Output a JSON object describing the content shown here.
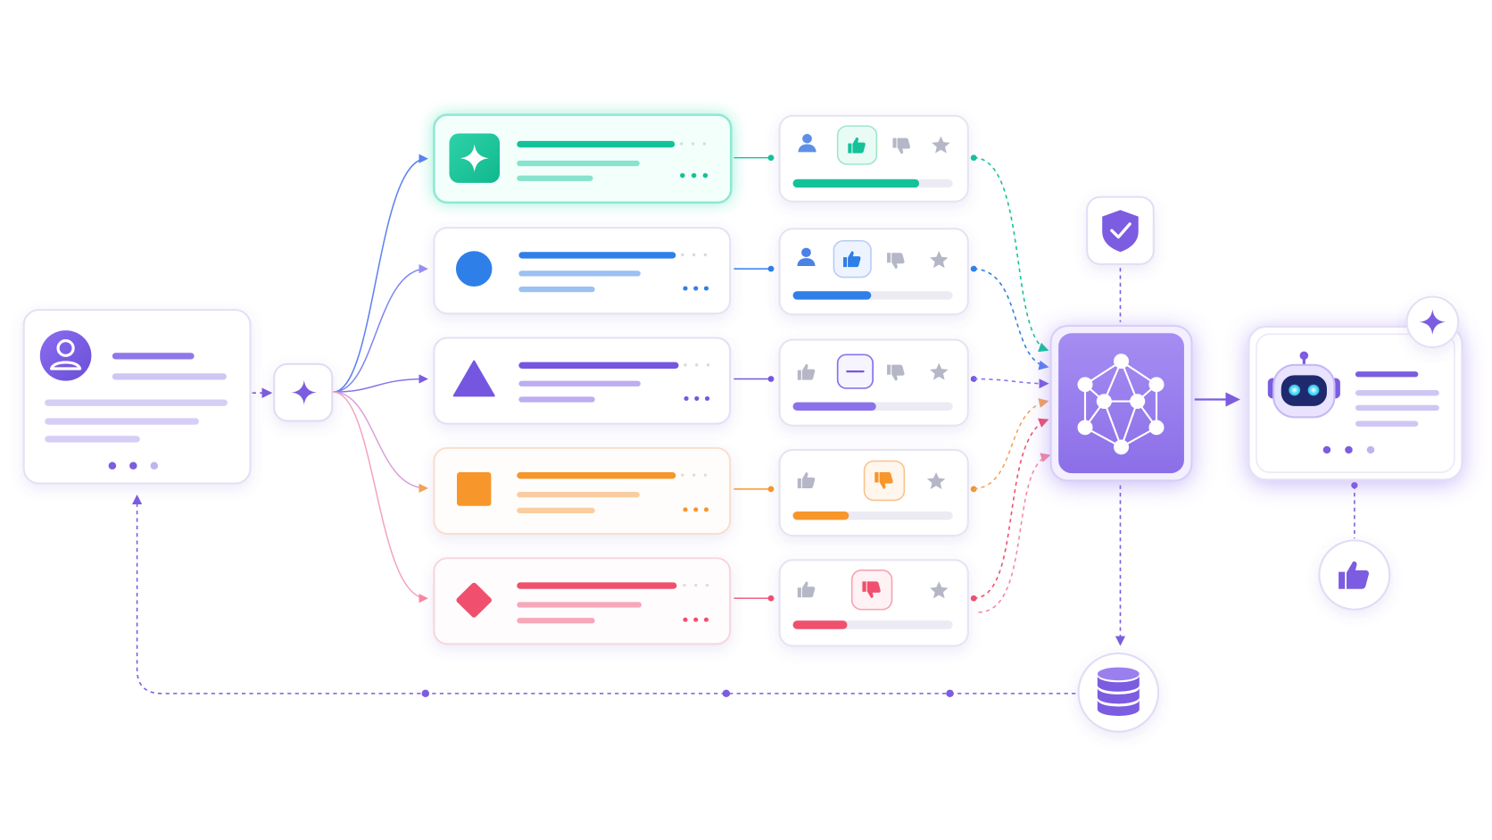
{
  "diagram": {
    "user_card": {
      "icon": "user-avatar-icon",
      "accent": "#7c5ce0"
    },
    "fanout_node": {
      "icon": "sparkle-icon"
    },
    "responses": [
      {
        "id": "teal",
        "shape": "sparkle-square",
        "color": "#14c29a",
        "light": "#7fe3cb",
        "rating": "thumbs-up",
        "score": 0.79,
        "highlighted": true
      },
      {
        "id": "blue",
        "shape": "circle",
        "color": "#2f7fe8",
        "light": "#8db9f3",
        "rating": "thumbs-up",
        "score": 0.49,
        "highlighted": false
      },
      {
        "id": "purple",
        "shape": "triangle",
        "color": "#7556e0",
        "light": "#b6a6ef",
        "rating": "neutral",
        "score": 0.52,
        "highlighted": false
      },
      {
        "id": "orange",
        "shape": "square",
        "color": "#f7962a",
        "light": "#f8c994",
        "rating": "thumbs-down",
        "score": 0.35,
        "highlighted": false
      },
      {
        "id": "red",
        "shape": "diamond",
        "color": "#f0506e",
        "light": "#f6a2b3",
        "rating": "thumbs-down",
        "score": 0.34,
        "highlighted": false
      }
    ],
    "icons": {
      "evaluator": "user-icon",
      "like": "thumbs-up-icon",
      "dislike": "thumbs-down-icon",
      "favorite": "star-icon",
      "neutral": "minus-icon",
      "safety": "shield-check-icon",
      "model": "neural-network-icon",
      "agent": "robot-icon",
      "agent_badge": "sparkle-icon",
      "approval": "thumbs-up-icon",
      "storage": "database-icon"
    },
    "colors": {
      "primary": "#7c5ce0",
      "model_fill": "#9b80ee",
      "neutral_gray": "#b6b7c6",
      "track": "#eceaf3"
    }
  }
}
